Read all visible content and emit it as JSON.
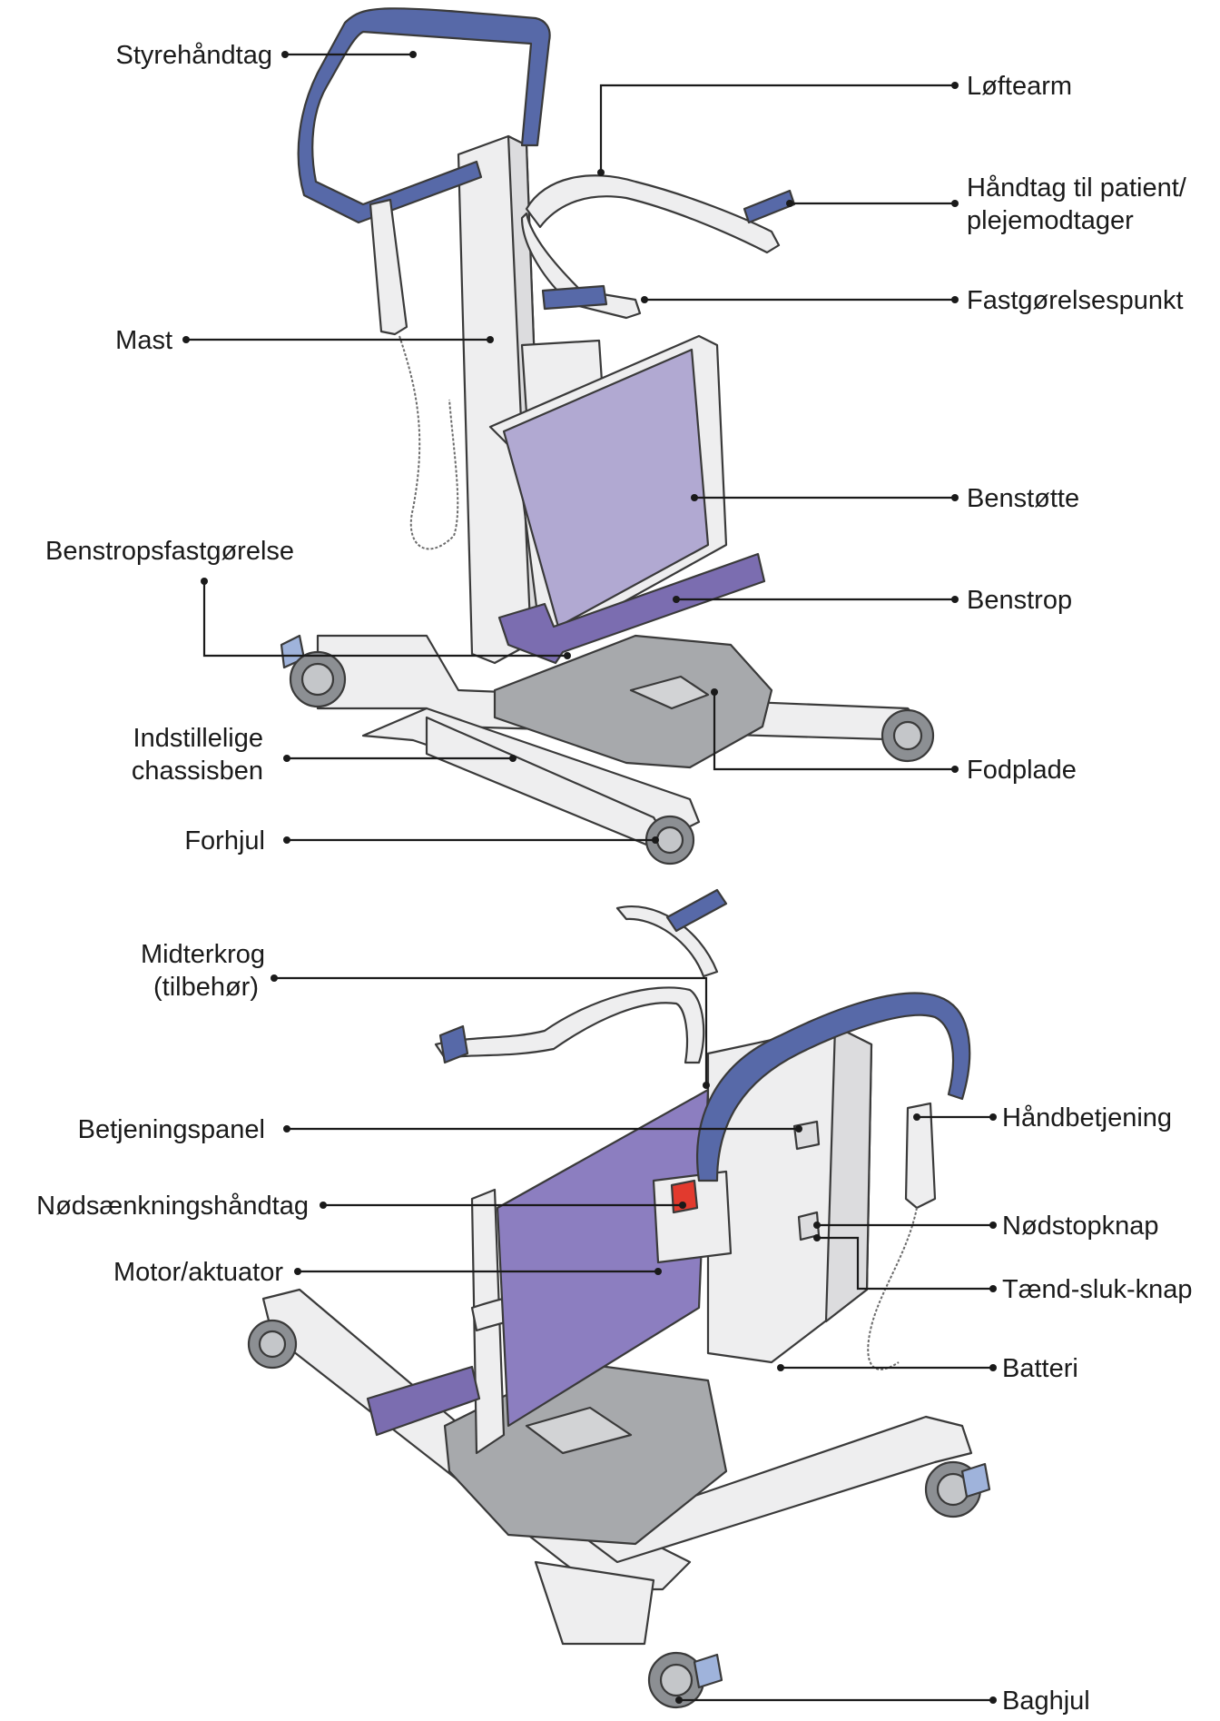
{
  "labels": {
    "styrehandtag": "Styrehåndtag",
    "loftearm": "Løftearm",
    "handtag_patient_1": "Håndtag til patient/",
    "handtag_patient_2": "plejemodtager",
    "fastgorelsespunkt": "Fastgørelsespunkt",
    "mast": "Mast",
    "benstotte": "Benstøtte",
    "benstropsfastgorelse": "Benstropsfastgørelse",
    "benstrop": "Benstrop",
    "indstillelige_1": "Indstillelige",
    "indstillelige_2": "chassisben",
    "fodplade": "Fodplade",
    "forhjul": "Forhjul",
    "midterkrog_1": "Midterkrog",
    "midterkrog_2": "(tilbehør)",
    "betjeningspanel": "Betjeningspanel",
    "handbetjening": "Håndbetjening",
    "nodsaenkningshandtag": "Nødsænkningshåndtag",
    "nodstopknap": "Nødstopknap",
    "motor_aktuator": "Motor/aktuator",
    "taend_sluk_knap": "Tænd-sluk-knap",
    "batteri": "Batteri",
    "baghjul": "Baghjul"
  },
  "colors": {
    "frame": "#eeeeef",
    "handle_blue": "#5769a8",
    "leg_support_lavender": "#b1a9d2",
    "leg_strap_purple": "#7b6db0",
    "foot_plate_grey": "#a7a9ac",
    "emergency_red": "#e23a2e"
  }
}
